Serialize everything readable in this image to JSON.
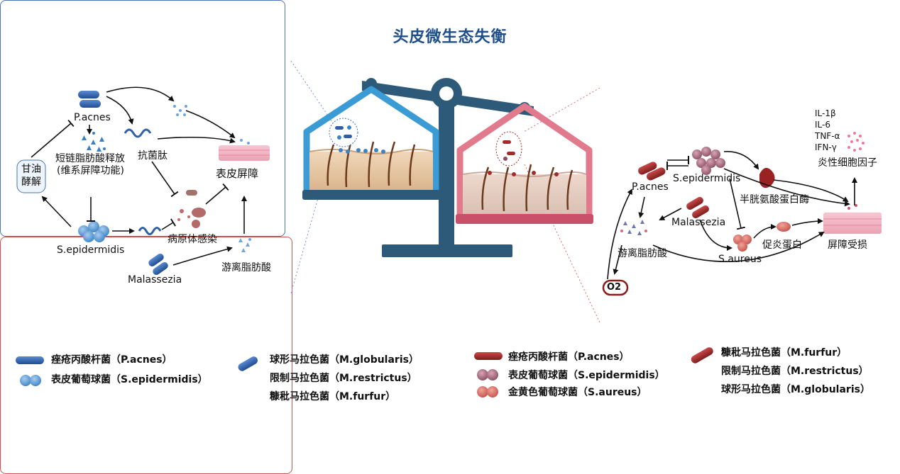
{
  "title": "头皮微生态失衡",
  "left": {
    "pacnes": "P.acnes",
    "scfa_line1": "短链脂肪酸释放",
    "scfa_line2": "(维系屏障功能)",
    "amp": "抗菌肽",
    "barrier": "表皮屏障",
    "glycerol_line1": "甘油",
    "glycerol_line2": "酵解",
    "sepi": "S.epidermidis",
    "pathogen": "病原体感染",
    "malassezia": "Malassezia",
    "ffa": "游离脂肪酸"
  },
  "right": {
    "pacnes": "P.acnes",
    "sepi": "S.epidermidis",
    "cysteine": "半胱氨酸蛋白酶",
    "cytokines": [
      "IL-1β",
      "IL-6",
      "TNF-α",
      "IFN-γ"
    ],
    "inflam": "炎性细胞因子",
    "malassezia": "Malassezia",
    "ffa": "游离脂肪酸",
    "proinflam": "促炎蛋白",
    "barrier_damage": "屏障受损",
    "saureus": "S.aureus",
    "o2": "O2"
  },
  "legend": {
    "left": [
      "痤疮丙酸杆菌（P.acnes）",
      "表皮葡萄球菌（S.epidermidis）",
      "球形马拉色菌（M.globularis）",
      "限制马拉色菌（M.restrictus）",
      "糠秕马拉色菌（M.furfur）"
    ],
    "right": [
      "痤疮丙酸杆菌（P.acnes）",
      "表皮葡萄球菌（S.epidermidis）",
      "金黄色葡萄球菌（S.aureus）",
      "糠秕马拉色菌（M.furfur）",
      "限制马拉色菌（M.restrictus）",
      "球形马拉色菌（M.globularis）"
    ]
  },
  "colors": {
    "title": "#1f4f8a",
    "blue_bacteria": "#2f5fa8",
    "red_bacteria": "#a52a2a",
    "scale": "#2e5a7a",
    "healthy_frame": "#3a9bd5",
    "unhealthy_frame": "#e07a8c"
  }
}
